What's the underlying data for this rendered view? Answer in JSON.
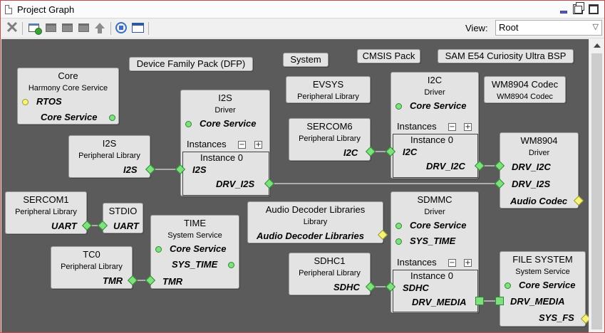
{
  "window": {
    "title": "Project Graph",
    "view_label": "View:",
    "view_value": "Root",
    "icons": [
      "doc-icon",
      "minimize-icon",
      "restore-icon",
      "maximize-icon"
    ]
  },
  "toolbar": {
    "buttons": [
      "delete-icon",
      "add-component-icon",
      "remove-icon",
      "collapse-icon",
      "expand-icon",
      "move-up-icon",
      "target-icon",
      "window-icon"
    ]
  },
  "labels": {
    "dfp": "Device Family Pack (DFP)",
    "system": "System",
    "cmsis": "CMSIS Pack",
    "bsp": "SAM E54 Curiosity Ultra BSP"
  },
  "nodes": {
    "core": {
      "title": "Core",
      "subtitle": "Harmony Core Service",
      "rtos": "RTOS",
      "core_service": "Core Service"
    },
    "i2s_lib": {
      "title": "I2S",
      "subtitle": "Peripheral Library",
      "port": "I2S"
    },
    "i2s_drv": {
      "title": "I2S",
      "subtitle": "Driver",
      "core_service": "Core Service",
      "instances": "Instances",
      "instance0": "Instance 0",
      "i2s": "I2S",
      "drv_i2s": "DRV_I2S"
    },
    "evsys": {
      "title": "EVSYS",
      "subtitle": "Peripheral Library"
    },
    "sercom6": {
      "title": "SERCOM6",
      "subtitle": "Peripheral Library",
      "port": "I2C"
    },
    "i2c_drv": {
      "title": "I2C",
      "subtitle": "Driver",
      "core_service": "Core Service",
      "instances": "Instances",
      "instance0": "Instance 0",
      "i2c": "I2C",
      "drv_i2c": "DRV_I2C"
    },
    "wm8904_codec": {
      "title": "WM8904 Codec",
      "subtitle": "WM8904 Codec"
    },
    "wm8904": {
      "title": "WM8904",
      "subtitle": "Driver",
      "drv_i2c": "DRV_I2C",
      "drv_i2s": "DRV_I2S",
      "audio_codec": "Audio Codec"
    },
    "sercom1": {
      "title": "SERCOM1",
      "subtitle": "Peripheral Library",
      "port": "UART"
    },
    "stdio": {
      "title": "STDIO",
      "port": "UART"
    },
    "time": {
      "title": "TIME",
      "subtitle": "System Service",
      "core_service": "Core Service",
      "sys_time": "SYS_TIME",
      "tmr": "TMR"
    },
    "tc0": {
      "title": "TC0",
      "subtitle": "Peripheral Library",
      "port": "TMR"
    },
    "audio_dec": {
      "title": "Audio Decoder Libraries",
      "subtitle": "Library",
      "port": "Audio Decoder Libraries"
    },
    "sdmmc": {
      "title": "SDMMC",
      "subtitle": "Driver",
      "core_service": "Core Service",
      "sys_time": "SYS_TIME",
      "instances": "Instances",
      "instance0": "Instance 0",
      "sdhc": "SDHC",
      "drv_media": "DRV_MEDIA"
    },
    "sdhc1": {
      "title": "SDHC1",
      "subtitle": "Peripheral Library",
      "port": "SDHC"
    },
    "filesystem": {
      "title": "FILE SYSTEM",
      "subtitle": "System Service",
      "core_service": "Core Service",
      "drv_media": "DRV_MEDIA",
      "sys_fs": "SYS_FS"
    }
  },
  "colors": {
    "canvas": "#5b5b5b",
    "node": "#e3e3e3",
    "port_green": "#7fe07f",
    "port_yellow": "#f7f37a"
  }
}
